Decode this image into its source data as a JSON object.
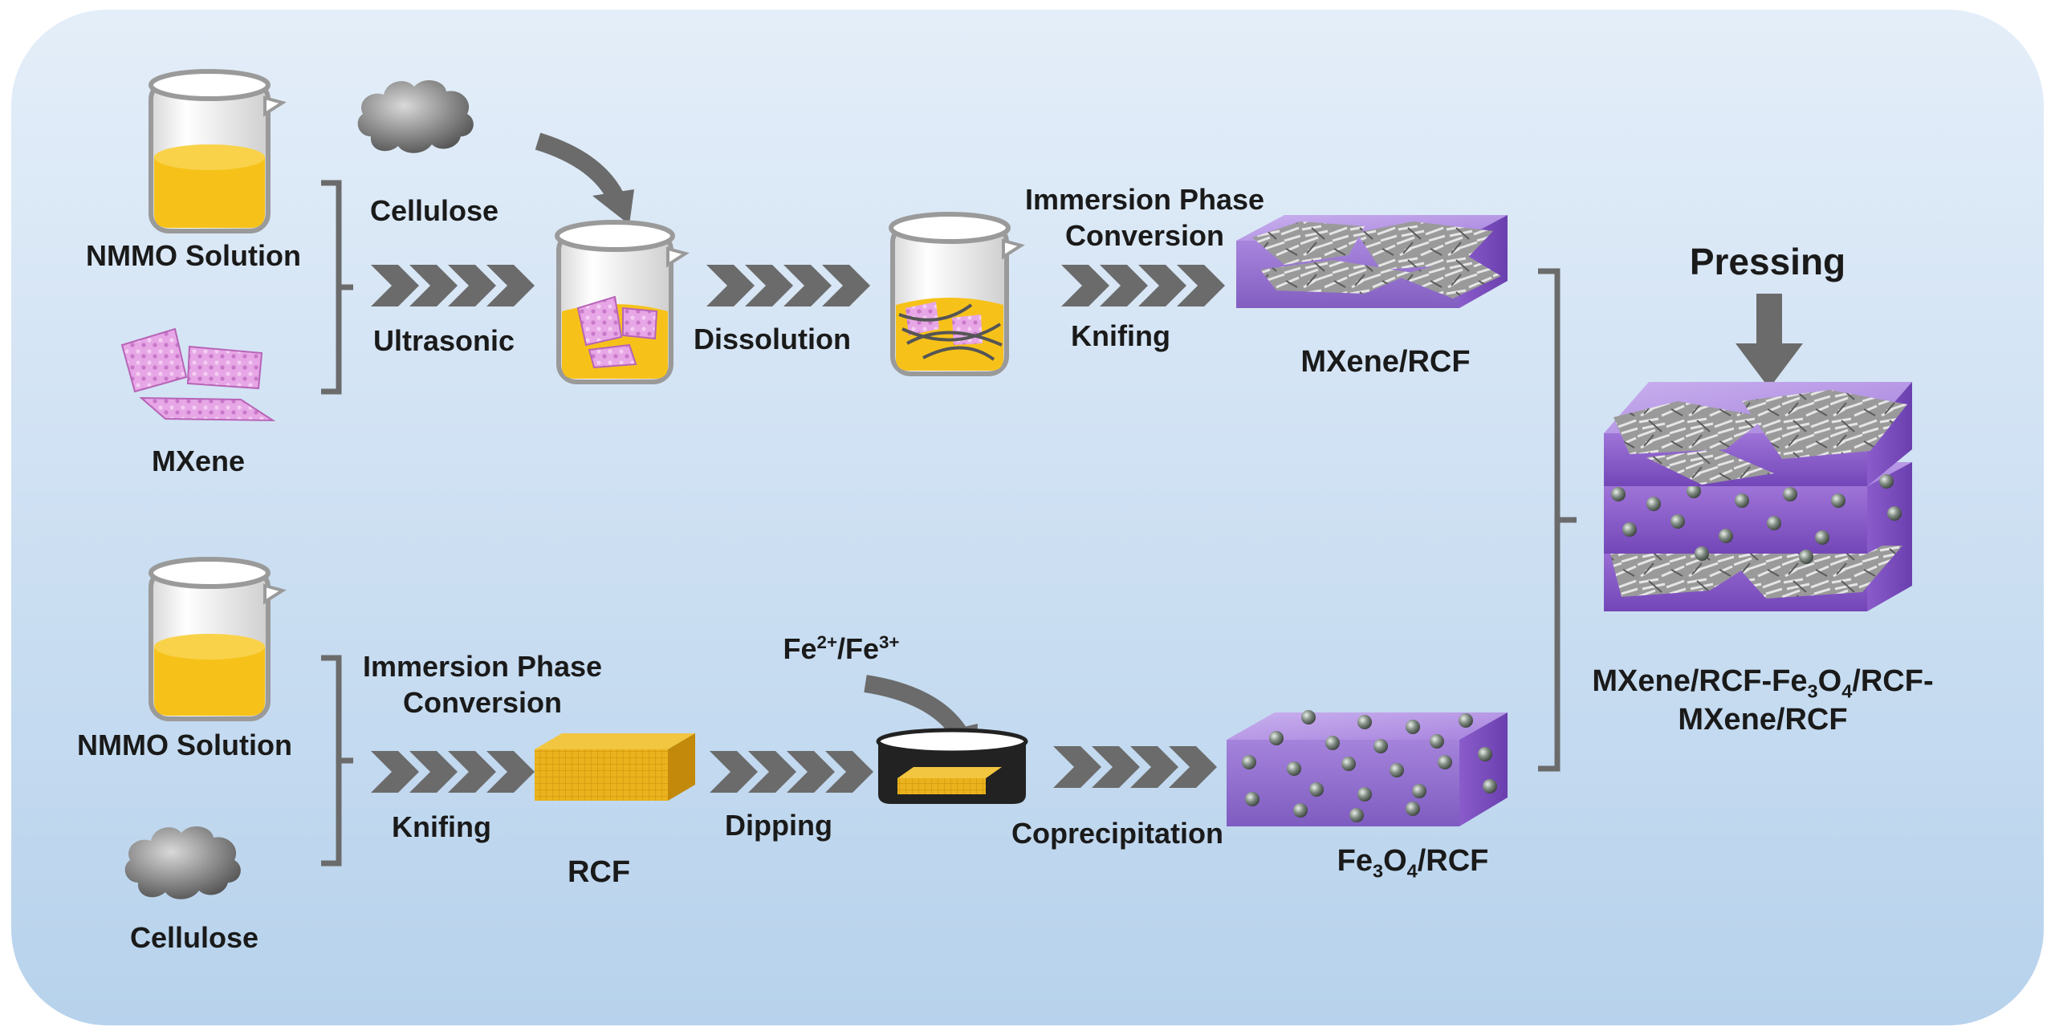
{
  "labels": {
    "nmmo_top": "NMMO Solution",
    "cellulose_top": "Cellulose",
    "mxene": "MXene",
    "ultrasonic": "Ultrasonic",
    "dissolution": "Dissolution",
    "immersion_top_1": "Immersion Phase",
    "immersion_top_2": "Conversion",
    "knifing_top": "Knifing",
    "mxene_rcf": "MXene/RCF",
    "pressing": "Pressing",
    "nmmo_bottom": "NMMO Solution",
    "cellulose_bottom": "Cellulose",
    "immersion_bottom_1": "Immersion Phase",
    "immersion_bottom_2": "Conversion",
    "knifing_bottom": "Knifing",
    "rcf": "RCF",
    "dipping": "Dipping",
    "iron_ions": {
      "fe": "Fe",
      "sup1": "2+",
      "slash": "/Fe",
      "sup2": "3+"
    },
    "coprecipitation": "Coprecipitation",
    "fe3o4_rcf": {
      "fe": "Fe",
      "sub3": "3",
      "o": "O",
      "sub4": "4",
      "rest": "/RCF"
    },
    "final_line1": {
      "a": "MXene/RCF-Fe",
      "sub3": "3",
      "o": "O",
      "sub4": "4",
      "b": "/RCF-"
    },
    "final_line2": "MXene/RCF"
  },
  "colors": {
    "panel_top": "#e4eef9",
    "panel_bottom": "#b7d2ec",
    "arrow_gray": "#6b6b6b",
    "liquid": "#f6c21a",
    "mxene_pink": "#e39be3",
    "film_purple": "#9b6fd4",
    "rcf_gold": "#e7ad16"
  }
}
